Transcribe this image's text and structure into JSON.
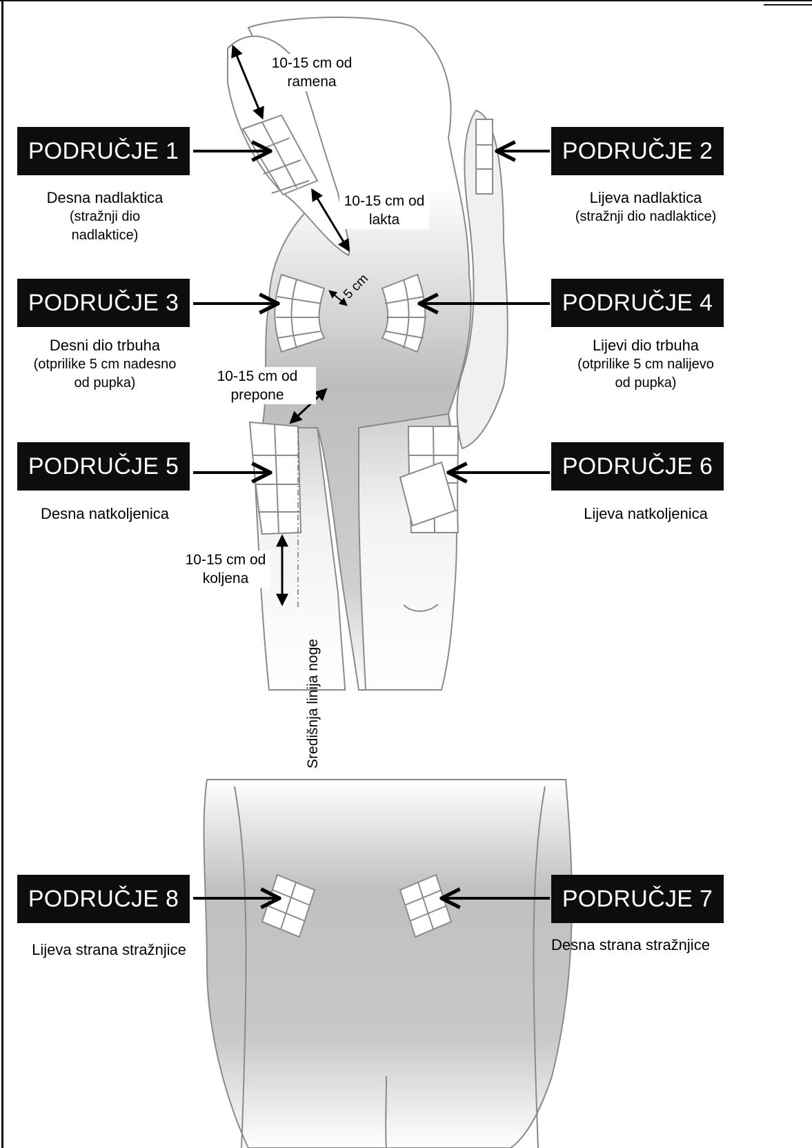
{
  "zones": [
    {
      "label": "PODRUČJE 1",
      "desc": "Desna nadlaktica",
      "sub": "(stražnji dio nadlaktice)"
    },
    {
      "label": "PODRUČJE 2",
      "desc": "Lijeva nadlaktica",
      "sub": "(stražnji dio nadlaktice)"
    },
    {
      "label": "PODRUČJE 3",
      "desc": "Desni dio trbuha",
      "sub": "(otprilike 5 cm nadesno od pupka)"
    },
    {
      "label": "PODRUČJE 4",
      "desc": "Lijevi dio trbuha",
      "sub": "(otprilike 5 cm nalijevo od pupka)"
    },
    {
      "label": "PODRUČJE 5",
      "desc": "Desna natkoljenica",
      "sub": ""
    },
    {
      "label": "PODRUČJE 6",
      "desc": "Lijeva natkoljenica",
      "sub": ""
    },
    {
      "label": "PODRUČJE 7",
      "desc": "Desna strana stražnjice",
      "sub": ""
    },
    {
      "label": "PODRUČJE 8",
      "desc": "Lijeva strana stražnjice",
      "sub": ""
    }
  ],
  "measures": {
    "shoulder": "10-15 cm od ramena",
    "elbow": "10-15 cm od lakta",
    "navel": "5 cm",
    "groin": "10-15 cm od prepone",
    "knee": "10-15 cm od koljena"
  },
  "midline": "Središnja linija noge",
  "colors": {
    "label_bg": "#0d0d0d",
    "body_shade": "#b5b5b5",
    "outline": "#8a8a8a"
  }
}
